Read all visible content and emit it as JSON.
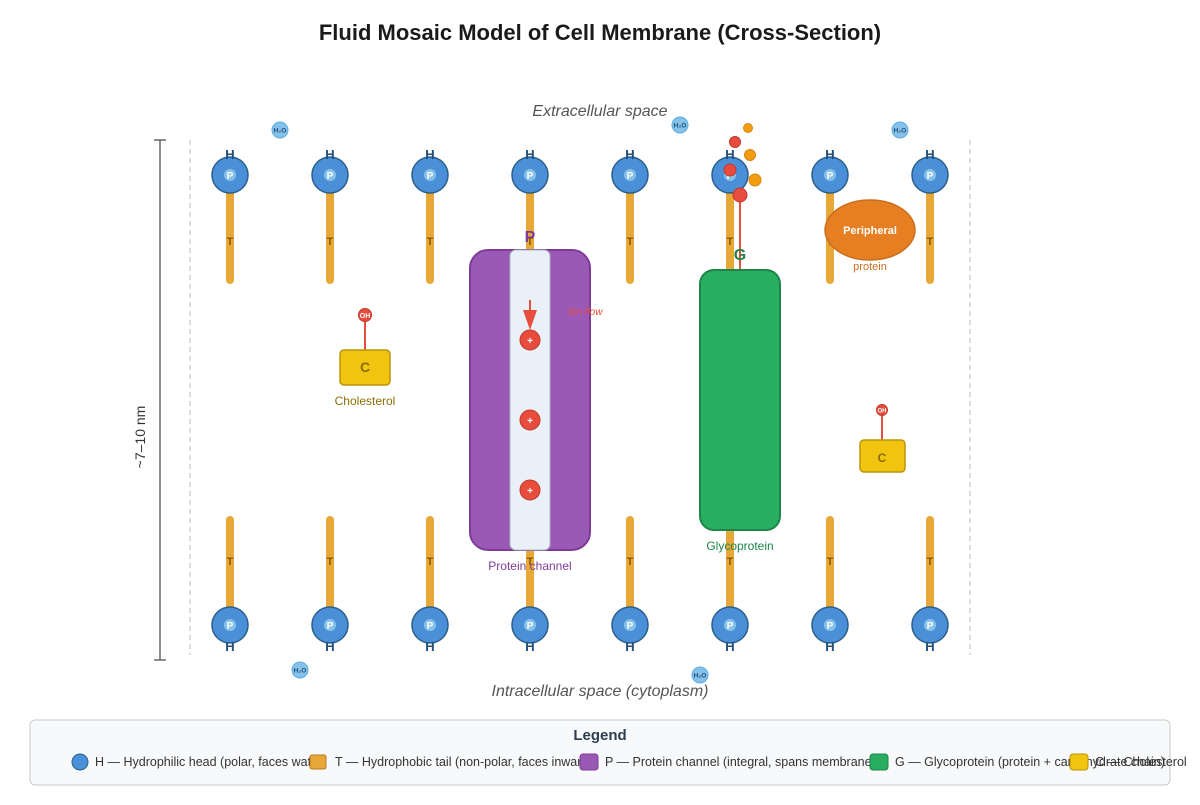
{
  "title": "Fluid Mosaic Model of Cell Membrane (Cross-Section)",
  "regions": {
    "extracellular": "Extracellular space",
    "intracellular": "Intracellular space (cytoplasm)"
  },
  "thickness_label": "~7–10 nm",
  "letters": {
    "head": "P",
    "hydrophilic": "H",
    "tail": "T",
    "channel": "P",
    "glyco": "G",
    "cholesterol": "C",
    "hydroxyl": "OH",
    "ion": "+"
  },
  "water_label": "H₂O",
  "ion_flow_label": "Ion flow",
  "labels": {
    "cholesterol": "Cholesterol",
    "protein_channel": "Protein channel",
    "glycoprotein": "Glycoprotein",
    "peripheral_title": "Peripheral",
    "peripheral_sub": "protein"
  },
  "colors": {
    "head": "#4a90d9",
    "tail": "#e8a838",
    "channel": "#9b59b6",
    "glycoprotein": "#27ae60",
    "cholesterol": "#f1c40f",
    "peripheral": "#e67e22",
    "ion": "#e74c3c",
    "water": "#85c1e9"
  },
  "legend": {
    "title": "Legend",
    "items": [
      {
        "text": "H — Hydrophilic head (polar, faces water)",
        "icon": "hydrophilic-head-icon"
      },
      {
        "text": "T — Hydrophobic tail (non-polar, faces inward)",
        "icon": "hydrophobic-tail-icon"
      },
      {
        "text": "P — Protein channel (integral, spans membrane)",
        "icon": "protein-channel-icon"
      },
      {
        "text": "G — Glycoprotein (protein + carbohydrate chain)",
        "icon": "glycoprotein-icon"
      },
      {
        "text": "C — Cholesterol",
        "icon": "cholesterol-icon"
      }
    ]
  }
}
